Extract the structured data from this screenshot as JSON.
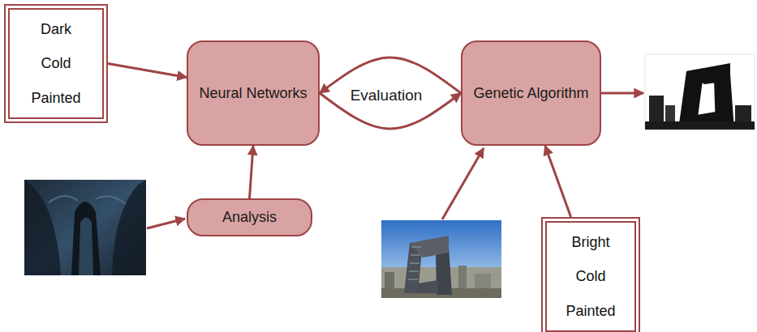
{
  "diagram": {
    "nodes": [
      {
        "text": [
          "Dark Cold Painted"
        ]
      },
      {
        "text": [
          "Neural Networks"
        ]
      },
      {
        "text": [
          "Genetic Algorithm"
        ]
      },
      {
        "text": [
          "Analysis"
        ]
      },
      {
        "text": [
          "Bright Cold Painted"
        ]
      }
    ],
    "edges": [
      {
        "from": 0,
        "to": 1,
        "arrow": "to"
      },
      {
        "from": 3,
        "to": 1,
        "arrow": "to"
      },
      {
        "from": 2,
        "to": 1,
        "arrow": "to"
      },
      {
        "from": 1,
        "to": 2,
        "arrow": "to"
      },
      {
        "from": 4,
        "to": 2,
        "arrow": "to"
      }
    ],
    "labels": [
      "Evaluation"
    ]
  }
}
